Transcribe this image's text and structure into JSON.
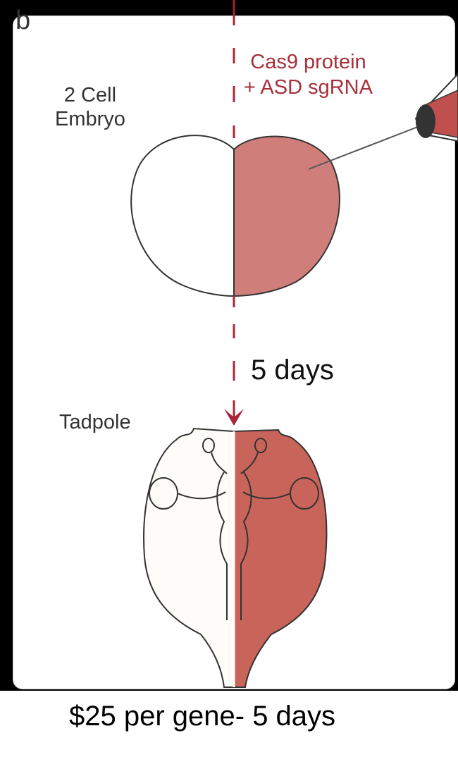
{
  "panel_letter": "b",
  "embryo_label_line1": "2 Cell",
  "embryo_label_line2": "Embryo",
  "injection_label_line1": "Cas9 protein",
  "injection_label_line2": "+ ASD sgRNA",
  "duration_label": "5 days",
  "tadpole_label": "Tadpole",
  "caption": "$25 per gene- 5 days",
  "colors": {
    "injected_fill": "#d07e7a",
    "tadpole_fill": "#c9645a",
    "arrow": "#a8253a",
    "outline": "#333333"
  }
}
